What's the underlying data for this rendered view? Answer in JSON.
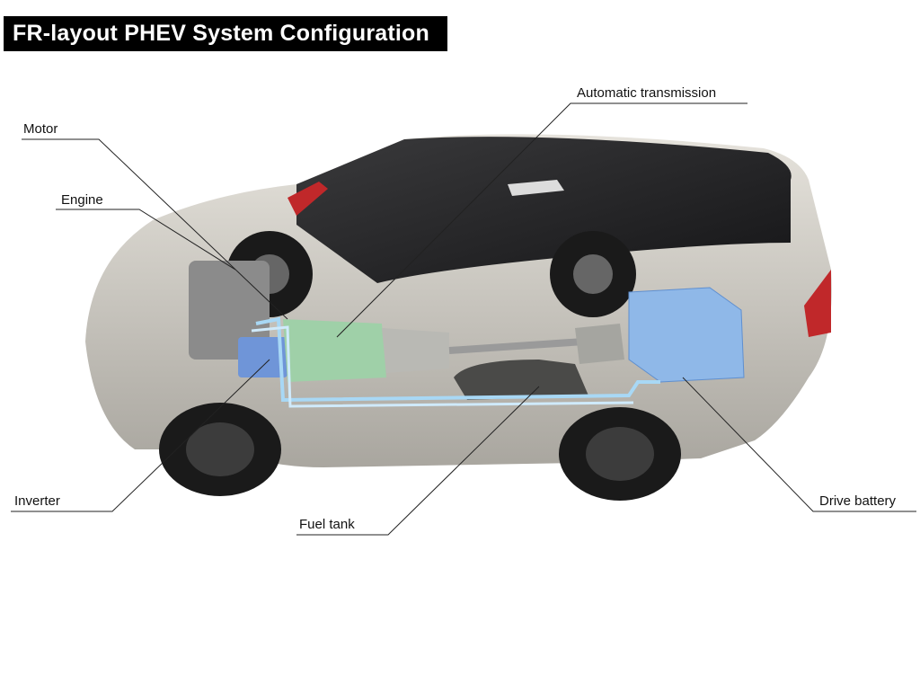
{
  "title": "FR-layout PHEV System Configuration",
  "labels": {
    "motor": "Motor",
    "engine": "Engine",
    "transmission": "Automatic transmission",
    "inverter": "Inverter",
    "fuel_tank": "Fuel tank",
    "drive_battery": "Drive battery"
  },
  "colors": {
    "transmission": "#9fd0a8",
    "battery": "#8fb8e8",
    "inverter": "#6f95d8",
    "cable": "#a8d8f5",
    "tail_light": "#c0282a"
  }
}
